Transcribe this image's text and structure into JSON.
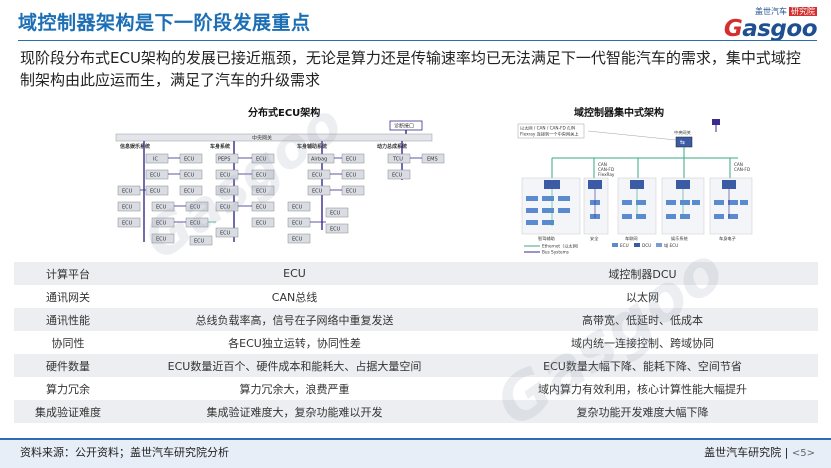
{
  "header": {
    "title": "域控制器架构是下一阶段发展重点",
    "logo_top": "盖世汽车",
    "logo_badge": "研究院",
    "logo_word": "asgoo",
    "logo_letter": "G"
  },
  "intro": "现阶段分布式ECU架构的发展已接近瓶颈，无论是算力还是传输速率均已无法满足下一代智能汽车的需求，集中式域控制架构由此应运而生，满足了汽车的升级需求",
  "left_diagram": {
    "title": "分布式ECU架构",
    "diag_port": "诊断接口",
    "gateway": "中央网关",
    "groups": [
      "信息娱乐系统",
      "车身系统",
      "车身辅助系统",
      "动力总成系统"
    ],
    "ecu": "ECU",
    "ic": "IC",
    "peps": "PEPS",
    "airbag": "Airbag",
    "tcu": "TCU",
    "ems": "EMS"
  },
  "right_diagram": {
    "title": "域控制器集中式架构",
    "note_line1": "以太网 / CAN / CAN-FD /LIN",
    "note_line2": "Flexray 连接到一个中央网关上",
    "gateway": "中央网关",
    "bus_label": "CAN\nCAN-FD\nFlexRay",
    "domains": [
      "智驾辅助",
      "安全",
      "车联网",
      "娱乐系统",
      "车身电子"
    ],
    "legend": [
      "Ethernet（以太网）",
      "Bus Systems"
    ],
    "legend_small": [
      "ECU",
      "DCU",
      "域 ECU"
    ]
  },
  "table": {
    "rows": [
      [
        "计算平台",
        "ECU",
        "域控制器DCU"
      ],
      [
        "通讯网关",
        "CAN总线",
        "以太网"
      ],
      [
        "通讯性能",
        "总线负载率高，信号在子网络中重复发送",
        "高带宽、低延时、低成本"
      ],
      [
        "协同性",
        "各ECU独立运转，协同性差",
        "域内统一连接控制、跨域协同"
      ],
      [
        "硬件数量",
        "ECU数量近百个、硬件成本和能耗大、占据大量空间",
        "ECU数量大幅下降、能耗下降、空间节省"
      ],
      [
        "算力冗余",
        "算力冗余大，浪费严重",
        "域内算力有效利用，核心计算性能大幅提升"
      ],
      [
        "集成验证难度",
        "集成验证难度大，复杂功能难以开发",
        "复杂功能开发难度大幅下降"
      ]
    ]
  },
  "footer": {
    "source": "资料来源：公开资料；盖世汽车研究院分析",
    "org": "盖世汽车研究院",
    "sep": "|",
    "page": "<5>"
  },
  "colors": {
    "accent": "#2a6db5",
    "brand_red": "#d32f2f",
    "bus_purple": "#3b2a8c",
    "ecu_fill": "#d9dde3",
    "eth_green": "#3aa88a"
  }
}
